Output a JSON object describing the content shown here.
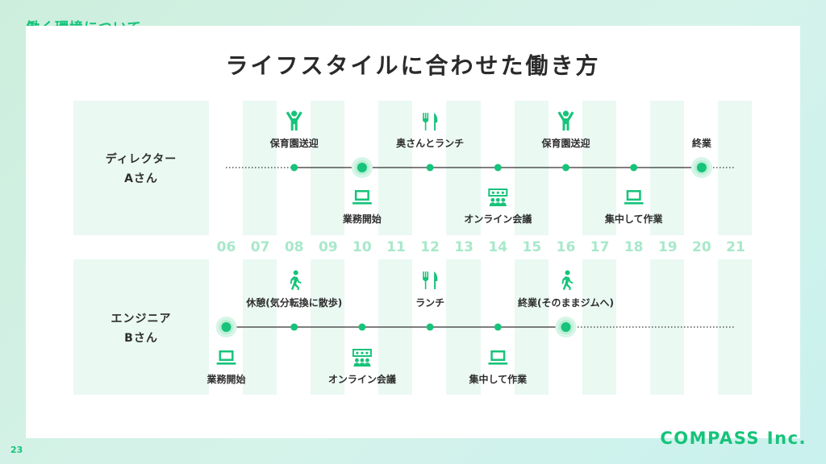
{
  "section_tag": "働く環境について",
  "title": "ライフスタイルに合わせた働き方",
  "page_number": "23",
  "logo": "COMPASS Inc.",
  "hours": [
    "06",
    "07",
    "08",
    "09",
    "10",
    "11",
    "12",
    "13",
    "14",
    "15",
    "16",
    "17",
    "18",
    "19",
    "20",
    "21"
  ],
  "personA": {
    "name_line1": "ディレクター",
    "name_line2": "Aさん",
    "events_top": [
      {
        "label": "保育園送迎",
        "icon": "childcare-person-icon"
      },
      {
        "label": "奥さんとランチ",
        "icon": "fork-knife-icon"
      },
      {
        "label": "保育園送迎",
        "icon": "childcare-person-icon"
      },
      {
        "label": "終業",
        "icon": ""
      }
    ],
    "events_bottom": [
      {
        "label": "業務開始",
        "icon": "laptop-icon"
      },
      {
        "label": "オンライン会議",
        "icon": "online-meeting-icon"
      },
      {
        "label": "集中して作業",
        "icon": "laptop-icon"
      }
    ]
  },
  "personB": {
    "name_line1": "エンジニア",
    "name_line2": "Bさん",
    "events_top": [
      {
        "label": "休憩(気分転換に散歩)",
        "icon": "walking-person-icon"
      },
      {
        "label": "ランチ",
        "icon": "fork-knife-icon"
      },
      {
        "label": "終業(そのままジムへ)",
        "icon": "walking-person-icon"
      }
    ],
    "events_bottom": [
      {
        "label": "業務開始",
        "icon": "laptop-icon"
      },
      {
        "label": "オンライン会議",
        "icon": "online-meeting-icon"
      },
      {
        "label": "集中して作業",
        "icon": "laptop-icon"
      }
    ]
  },
  "colors": {
    "accent": "#17c37a",
    "stripe": "#eaf9f2",
    "hour_label": "#a8e8cb",
    "line": "#333333"
  }
}
